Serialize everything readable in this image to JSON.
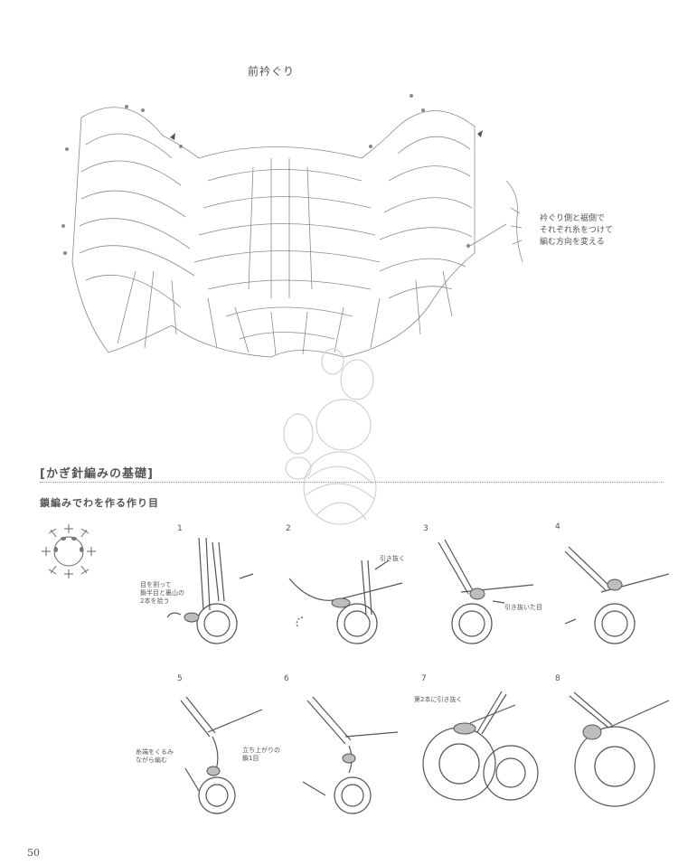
{
  "diagram": {
    "title": "前衿ぐり"
  },
  "note": {
    "line1": "衿ぐり側と裾側で",
    "line2": "それぞれ糸をつけて",
    "line3": "編む方向を変える"
  },
  "section": {
    "title": "[かぎ針編みの基礎]"
  },
  "subsection": {
    "title": "鎖編みでわを作る作り目"
  },
  "steps": [
    {
      "num": "1",
      "label_lines": [
        "目を割って",
        "鎖半目と裏山の",
        "2本を拾う"
      ]
    },
    {
      "num": "2",
      "label": "引き抜く"
    },
    {
      "num": "3",
      "label": "引き抜いた目"
    },
    {
      "num": "4"
    },
    {
      "num": "5",
      "label_lines": [
        "糸端をくるみ",
        "ながら編む"
      ],
      "label2_lines": [
        "立ち上がりの",
        "鎖1目"
      ]
    },
    {
      "num": "6"
    },
    {
      "num": "7",
      "label": "第2本に引き抜く"
    },
    {
      "num": "8"
    }
  ],
  "page": {
    "number": "50"
  },
  "colors": {
    "ink": "#555555",
    "line": "#8a8a8a",
    "accent": "#bdbdbd"
  }
}
